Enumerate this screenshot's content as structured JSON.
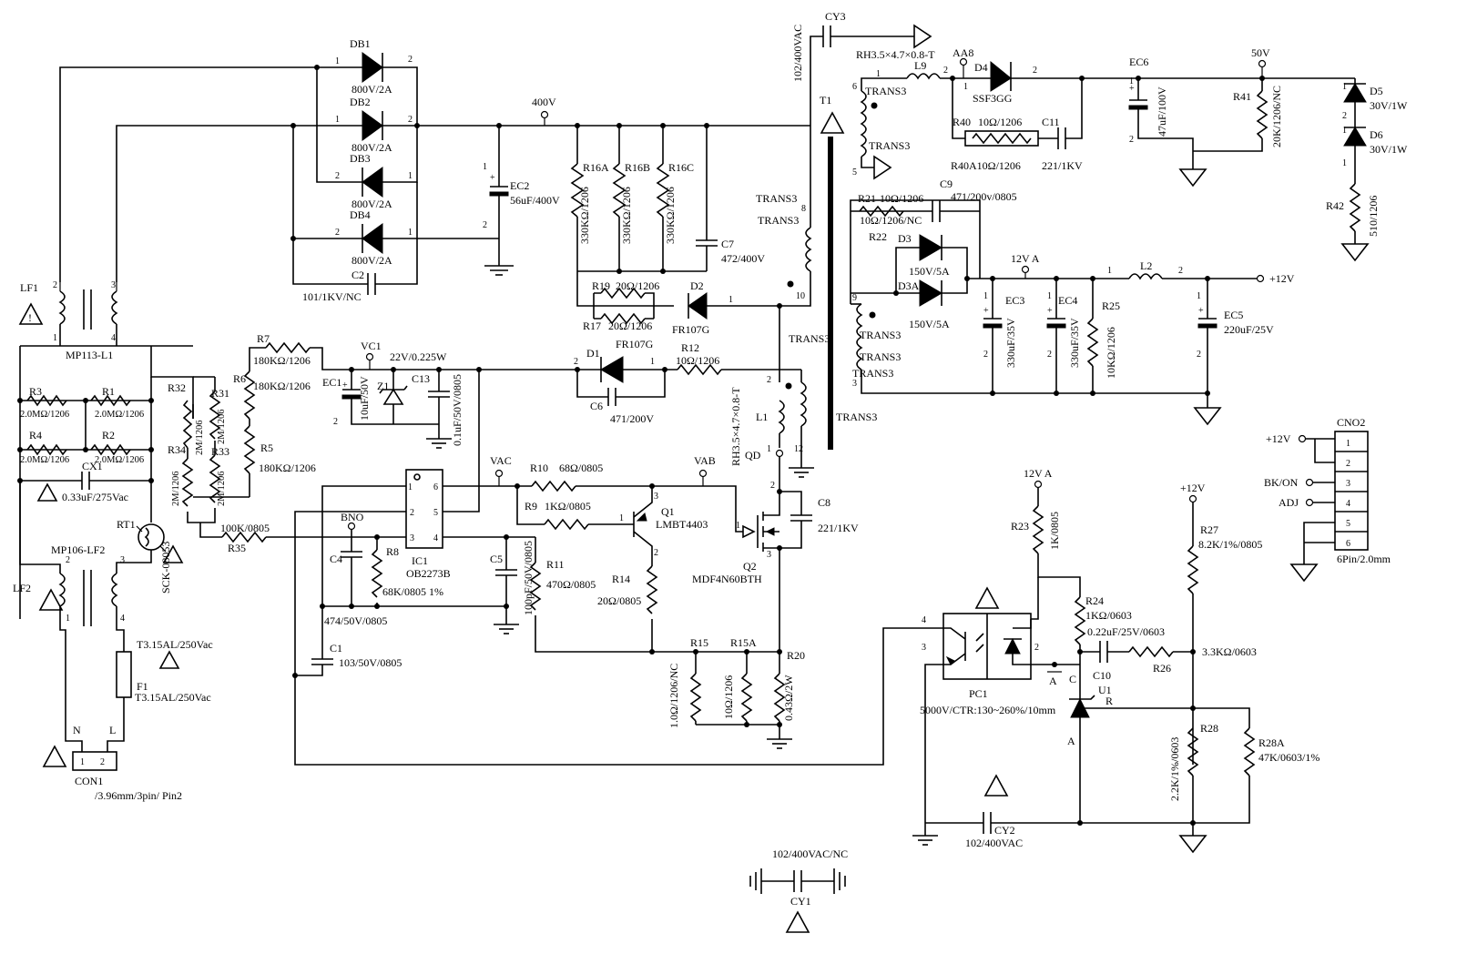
{
  "labels": {
    "cy3": "CY3",
    "cy3_val": "102/400VAC",
    "db1": "DB1",
    "db2": "DB2",
    "db3": "DB3",
    "db4": "DB4",
    "db1_v": "800V/2A",
    "db2_v": "800V/2A",
    "db3_v": "800V/2A",
    "db4_v": "800V/2A",
    "c2": "C2",
    "c2_v": "101/1KV/NC",
    "n400v": "400V",
    "ec2": "EC2",
    "ec2_v": "56uF/400V",
    "r16a": "R16A",
    "r16b": "R16B",
    "r16c": "R16C",
    "r16a_v": "330KΩ/1206",
    "r16b_v": "330KΩ/1206",
    "r16c_v": "330KΩ/1206",
    "c7": "C7",
    "c7_v": "472/400V",
    "r19": "R19",
    "r19_v": "20Ω/1206",
    "r17": "R17",
    "r17_v": "20Ω/1206",
    "d2": "D2",
    "d2_v": "FR107G",
    "lf1": "LF1",
    "mp113": "MP113-L1",
    "r3": "R3",
    "r1": "R1",
    "r4": "R4",
    "r2": "R2",
    "r3_v": "2.0MΩ/1206",
    "r1_v": "2.0MΩ/1206",
    "r4_v": "2.0MΩ/1206",
    "r2_v": "2.0MΩ/1206",
    "cx1": "CX1",
    "cx1_v": "0.33uF/275Vac",
    "rt1": "RT1",
    "sck": "SCK-08053",
    "mp106": "MP106-LF2",
    "lf2": "LF2",
    "f1": "F1",
    "f1_v": "T3.15AL/250Vac",
    "f1_v2": "T3.15AL/250Vac",
    "con1": "CON1",
    "con1_v": "/3.96mm/3pin/   Pin2",
    "n_lbl": "N",
    "l_lbl": "L",
    "pin1": "1",
    "pin2": "2",
    "r7": "R7",
    "r7_v": "180KΩ/1206",
    "r6": "R6",
    "r6_v": "180KΩ/1206",
    "r5": "R5",
    "r5_v": "180KΩ/1206",
    "r32": "R32",
    "r31": "R31",
    "r34": "R34",
    "r33": "R33",
    "r32_v": "2M/1206",
    "r31_v": "2M/1206",
    "r34_v": "2M/1206",
    "r33_v": "2M/1206",
    "r35": "R35",
    "r35_v": "100K/0805",
    "vc1": "VC1",
    "ec1": "EC1",
    "ec1_v": "10uF/50V",
    "z1": "Z1",
    "z1_v": "22V/0.225W",
    "c13": "C13",
    "c13_v": "0.1uF/50V/0805",
    "d1": "D1",
    "d1_v": "FR107G",
    "c6": "C6",
    "c6_v": "471/200V",
    "r12": "R12",
    "r12_v": "10Ω/1206",
    "vac": "VAC",
    "vab": "VAB",
    "bno": "BNO",
    "ic1": "IC1",
    "ic1_v": "OB2273B",
    "c4": "C4",
    "r8": "R8",
    "r8_v": "68K/0805 1%",
    "c4_v": "474/50V/0805",
    "c5": "C5",
    "c5_v": "100pF/50V/0805",
    "c1": "C1",
    "c1_v": "103/50V/0805",
    "r11": "R11",
    "r11_v": "470Ω/0805",
    "r10": "R10",
    "r10_v": "68Ω/0805",
    "r9": "R9",
    "r9_v": "1KΩ/0805",
    "q1": "Q1",
    "q1_v": "LMBT4403",
    "r14": "R14",
    "r14_v": "20Ω/0805",
    "q2": "Q2",
    "q2_v": "MDF4N60BTH",
    "c8": "C8",
    "c8_v": "221/1KV",
    "r15": "R15",
    "r15_v": "1.0Ω/1206/NC",
    "r15a": "R15A",
    "r15a_v": "10Ω/1206",
    "r20": "R20",
    "r20_v": "0.43Ω/2W",
    "l1": "L1",
    "l1_v": "RH3.5×4.7×0.8-T",
    "qd": "QD",
    "t1": "T1",
    "trans3": "TRANS3",
    "rh_l9": "RH3.5×4.7×0.8-T",
    "l9": "L9",
    "aa8": "AA8",
    "d4": "D4",
    "d4_v": "SSF3GG",
    "r40": "R40",
    "r40_v": "10Ω/1206",
    "r40a": "R40A10Ω/1206",
    "c11": "C11",
    "c11_v": "221/1KV",
    "ec6": "EC6",
    "ec6_v": "47uF/100V",
    "n50v": "50V",
    "r41": "R41",
    "r41_v": "20K/1206/NC",
    "d5": "D5",
    "d5_v": "30V/1W",
    "d6": "D6",
    "d6_v": "30V/1W",
    "r42": "R42",
    "r42_v": "510/1206",
    "r21": "R21",
    "r21_v": "10Ω/1206",
    "r22": "R22",
    "r22_v": "10Ω/1206/NC",
    "c9": "C9",
    "c9_v": "471/200v/0805",
    "d3": "D3",
    "d3_v": "150V/5A",
    "d3a": "D3A",
    "d3a_v": "150V/5A",
    "n12va": "12V A",
    "ec3": "EC3",
    "ec3_v": "330uF/35V",
    "ec4": "EC4",
    "ec4_v": "330uF/35V",
    "r25": "R25",
    "r25_v": "10KΩ/1206",
    "l2": "L2",
    "ec5": "EC5",
    "ec5_v": "220uF/25V",
    "p12v": "+12V",
    "cno2": "CNO2",
    "cno2_v": "6Pin/2.0mm",
    "cno_12v": "+12V",
    "bkon": "BK/ON",
    "adj": "ADJ",
    "n12va2": "12V A",
    "r23": "R23",
    "r23_v": "1K/0805",
    "pc1": "PC1",
    "pc1_v": "5000V/CTR:130~260%/10mm",
    "r24": "R24",
    "r24_v": "1KΩ/0603",
    "c10": "C10",
    "c10_v": "0.22uF/25V/0603",
    "r26": "R26",
    "r26_v": "3.3KΩ/0603",
    "u1": "U1",
    "u1_c": "C",
    "u1_r": "R",
    "u1_a": "A",
    "a_lbl": "A",
    "p12v2": "+12V",
    "r27": "R27",
    "r27_v": "8.2K/1%/0805",
    "r28": "R28",
    "r28_v": "2.2K/1%/0603",
    "r28a": "R28A",
    "r28a_v": "47K/0603/1%",
    "cy2": "CY2",
    "cy2_v": "102/400VAC",
    "cy1": "CY1",
    "cy1_v": "102/400VAC/NC"
  }
}
